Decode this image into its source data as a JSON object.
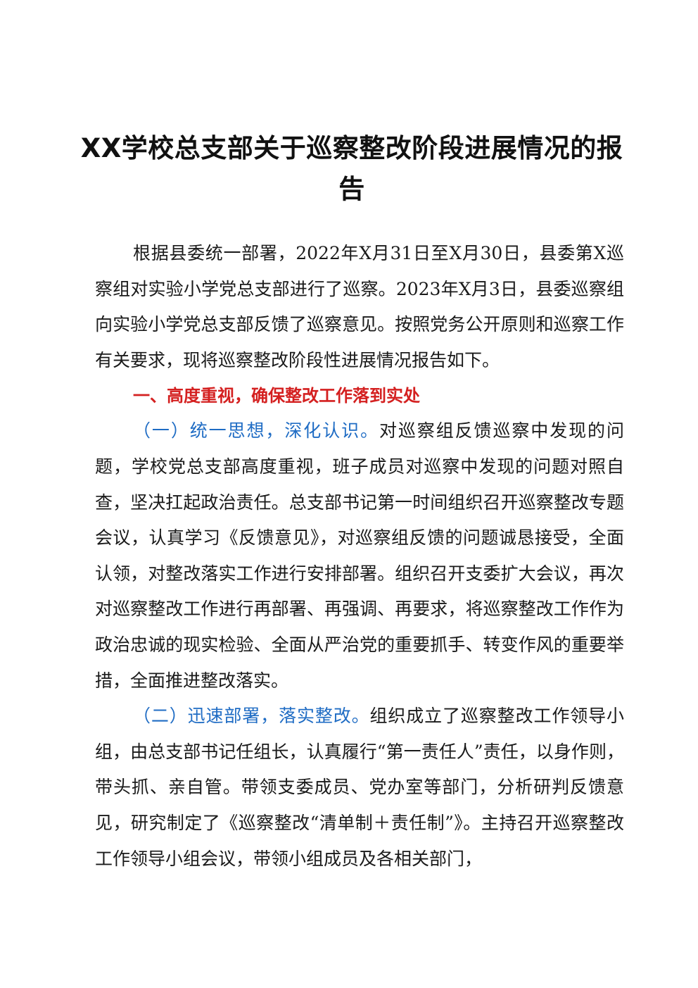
{
  "document": {
    "title": "XX学校总支部关于巡察整改阶段进展情况的报告",
    "intro": "根据县委统一部署，2022年X月31日至X月30日，县委第X巡察组对实验小学党总支部进行了巡察。2023年X月3日，县委巡察组向实验小学党总支部反馈了巡察意见。按照党务公开原则和巡察工作有关要求，现将巡察整改阶段性进展情况报告如下。",
    "section1": {
      "heading": "一、高度重视，确保整改工作落到实处",
      "item1": {
        "label": "（一）统一思想，深化认识。",
        "text": "对巡察组反馈巡察中发现的问题，学校党总支部高度重视，班子成员对巡察中发现的问题对照自查，坚决扛起政治责任。总支部书记第一时间组织召开巡察整改专题会议，认真学习《反馈意见》，对巡察组反馈的问题诚恳接受，全面认领，对整改落实工作进行安排部署。组织召开支委扩大会议，再次对巡察整改工作进行再部署、再强调、再要求，将巡察整改工作作为政治忠诚的现实检验、全面从严治党的重要抓手、转变作风的重要举措，全面推进整改落实。"
      },
      "item2": {
        "label": "（二）迅速部署，落实整改。",
        "text": "组织成立了巡察整改工作领导小组，由总支部书记任组长，认真履行“第一责任人”责任，以身作则，带头抓、亲自管。带领支委成员、党办室等部门，分析研判反馈意见，研究制定了《巡察整改“清单制＋责任制”》。主持召开巡察整改工作领导小组会议，带领小组成员及各相关部门，"
      }
    }
  },
  "colors": {
    "heading_red": "#d42020",
    "label_blue": "#1f6cc4",
    "text": "#1a1a1a"
  }
}
